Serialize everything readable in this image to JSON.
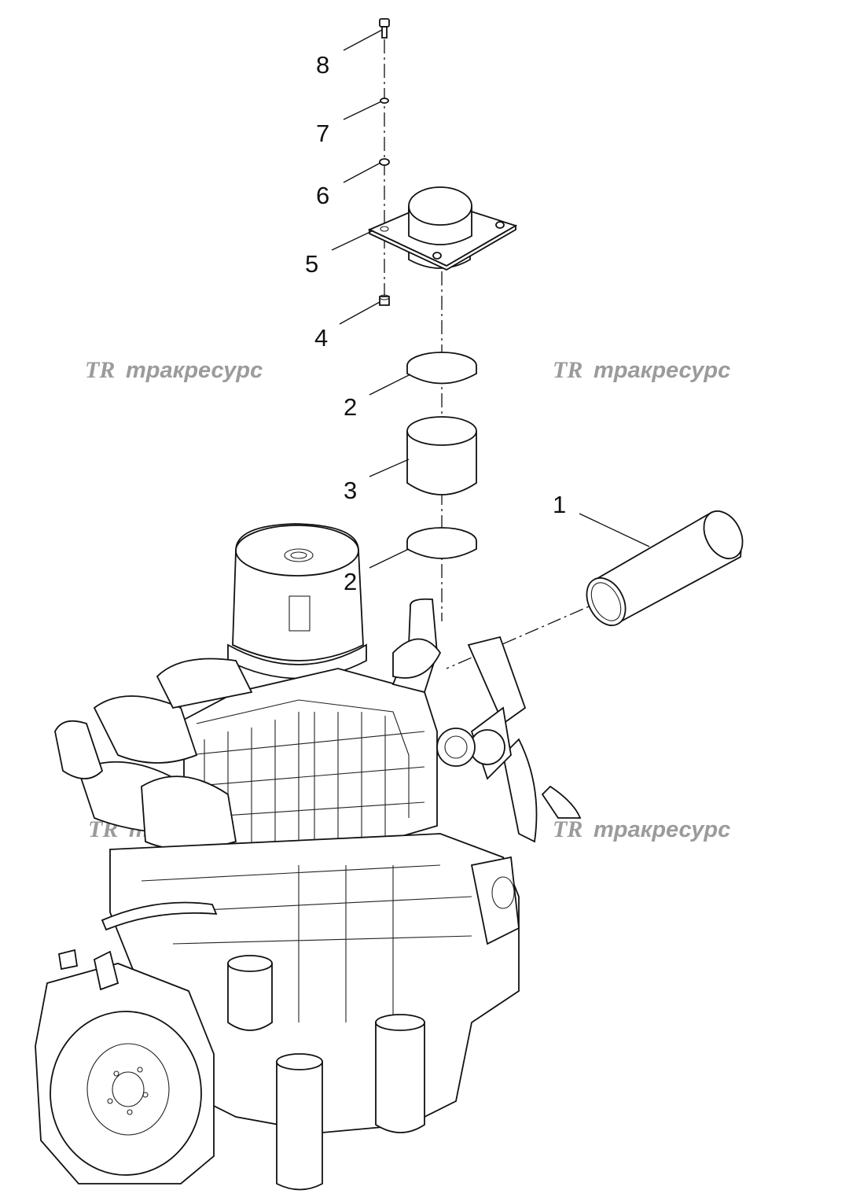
{
  "callouts": [
    {
      "id": "8",
      "label": "8"
    },
    {
      "id": "7",
      "label": "7"
    },
    {
      "id": "6",
      "label": "6"
    },
    {
      "id": "5",
      "label": "5"
    },
    {
      "id": "4",
      "label": "4"
    },
    {
      "id": "2a",
      "label": "2"
    },
    {
      "id": "3",
      "label": "3"
    },
    {
      "id": "1",
      "label": "1"
    },
    {
      "id": "2b",
      "label": "2"
    }
  ],
  "watermark": {
    "logo": "TR",
    "text": "тракресурс"
  }
}
